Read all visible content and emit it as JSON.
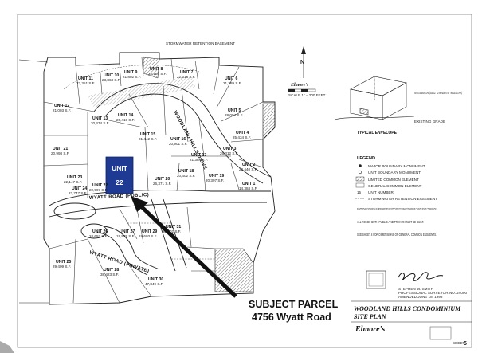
{
  "header": {
    "easement_note": "STORMWATER RETENTION EASEMENT"
  },
  "north_label": "N",
  "logo_small": {
    "name": "Elmore's",
    "sub": "SCALE 1\" = 200 FEET"
  },
  "subject": {
    "unit_label": "UNIT",
    "unit_number": "22",
    "parcel_line1": "SUBJECT PARCEL",
    "parcel_line2": "4756 Wyatt Road"
  },
  "roads": {
    "wyatt": "WYATT ROAD (PUBLIC)",
    "wyatt_short": "WYATT ROAD (PRIVATE)",
    "curve": "WOODLAND HILLS DRIVE",
    "s_curve": "WOODLAND HILLS DRIVE"
  },
  "units": [
    {
      "n": "UNIT 11",
      "sf": "23,351 S.F."
    },
    {
      "n": "UNIT 10",
      "sf": "23,863 S.F."
    },
    {
      "n": "UNIT 9",
      "sf": "21,802 S.F."
    },
    {
      "n": "UNIT 8",
      "sf": "22,104 S.F."
    },
    {
      "n": "UNIT 7",
      "sf": "22,318 S.F."
    },
    {
      "n": "UNIT 6",
      "sf": "21,389 S.F."
    },
    {
      "n": "UNIT 12",
      "sf": "21,003 S.F."
    },
    {
      "n": "UNIT 13",
      "sf": "20,474 S.F."
    },
    {
      "n": "UNIT 14",
      "sf": "26,410 S.F."
    },
    {
      "n": "UNIT 5",
      "sf": "28,094 S.F."
    },
    {
      "n": "UNIT 15",
      "sf": "21,442 S.F."
    },
    {
      "n": "UNIT 16",
      "sf": "20,901 S.F."
    },
    {
      "n": "UNIT 4",
      "sf": "25,434 S.F."
    },
    {
      "n": "UNIT 21",
      "sf": "20,998 S.F."
    },
    {
      "n": "UNIT 17",
      "sf": "21,384 S.F."
    },
    {
      "n": "UNIT 3",
      "sf": "26,312 S.F."
    },
    {
      "n": "UNIT 2",
      "sf": "20,440 S.F."
    },
    {
      "n": "UNIT 20",
      "sf": "26,371 S.F."
    },
    {
      "n": "UNIT 18",
      "sf": "20,402 S.F."
    },
    {
      "n": "UNIT 19",
      "sf": "20,397 S.F."
    },
    {
      "n": "UNIT 1",
      "sf": "14,384 S.F."
    },
    {
      "n": "UNIT 23",
      "sf": "22,147 S.F."
    },
    {
      "n": "UNIT 24",
      "sf": "22,747 S.F."
    },
    {
      "n": "UNIT 22",
      "sf": "22,997 S.F."
    },
    {
      "n": "UNIT 26",
      "sf": "24,657 S.F."
    },
    {
      "n": "UNIT 27",
      "sf": "19,839 S.F."
    },
    {
      "n": "UNIT 29",
      "sf": "19,603 S.F."
    },
    {
      "n": "UNIT 31",
      "sf": "30,402 S.F."
    },
    {
      "n": "UNIT 25",
      "sf": "29,409 S.F."
    },
    {
      "n": "UNIT 28",
      "sf": "38,423 S.F."
    },
    {
      "n": "UNIT 30",
      "sf": "47,849 S.F."
    }
  ],
  "envelope": {
    "title": "TYPICAL ENVELOPE",
    "note": "EXISTING GRADE",
    "note2": "VERTICAL ENVELOPE (SUBJECT TO AMENDMENT BY THE DEVELOPER)"
  },
  "legend": {
    "title": "LEGEND",
    "items": [
      "MAJOR BOUNDARY MONUMENT",
      "UNIT BOUNDARY MONUMENT",
      "LIMITED COMMON ELEMENT",
      "GENERAL COMMON ELEMENT",
      "UNIT NUMBER",
      "STORMWATER RETENTION EASEMENT"
    ],
    "note1": "WYATT ROAD EXTENSION IS PROPOSED TO BE DEDICATED TO GRAND TRAVERSE COUNTY ROAD COMMISSION.",
    "note2": "ALL ROADS BOTH PUBLIC AND PRIVATE MUST BE BUILT.",
    "note3": "SEE SHEET 4 FOR DIMENSIONS OF GENERAL COMMON ELEMENTS."
  },
  "surveyor": {
    "name": "STEPHEN W. SMITH",
    "title": "PROFESSIONAL SURVEYOR NO. 24000",
    "date": "AMENDED JUNE 18, 1998"
  },
  "title_block": {
    "line1": "WOODLAND HILLS CONDOMINIUM",
    "line2": "SITE PLAN",
    "company": "Elmore's",
    "sheet_label": "SHEET",
    "sheet_number": "5"
  },
  "colors": {
    "subject_fill": "#1f3a93",
    "hatch": "#333333"
  }
}
